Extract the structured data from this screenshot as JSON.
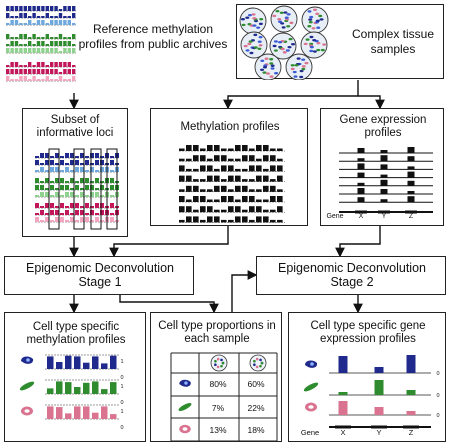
{
  "nodes": {
    "reference": "Reference methylation profiles from public archives",
    "complex": "Complex tissue samples",
    "subset": "Subset of informative loci",
    "methylation": "Methylation profiles",
    "gene_expression": "Gene expression profiles",
    "stage1": "Epigenomic Deconvolution Stage 1",
    "stage2": "Epigenomic Deconvolution Stage 2",
    "cell_meth": "Cell type specific methylation profiles",
    "proportions": "Cell type proportions in each sample",
    "cell_gene": "Cell type specific gene expression profiles"
  },
  "gene_axis": {
    "label": "Gene",
    "genes": [
      "X",
      "Y",
      "Z"
    ]
  },
  "scale_ticks": {
    "top": "1",
    "bottom": "0"
  },
  "proportion_table": {
    "rows": [
      {
        "cell": "blue",
        "s1": "80%",
        "s2": "60%"
      },
      {
        "cell": "green",
        "s1": "7%",
        "s2": "22%"
      },
      {
        "cell": "pink",
        "s1": "13%",
        "s2": "18%"
      }
    ]
  },
  "colors": {
    "blue": "#1f2a8c",
    "green": "#2e8b2e",
    "pink": "#d9738f",
    "light_blue": "#6fa8dc",
    "light_green": "#8fd18f",
    "light_pink": "#f4a6c0",
    "stroke": "#222222"
  }
}
